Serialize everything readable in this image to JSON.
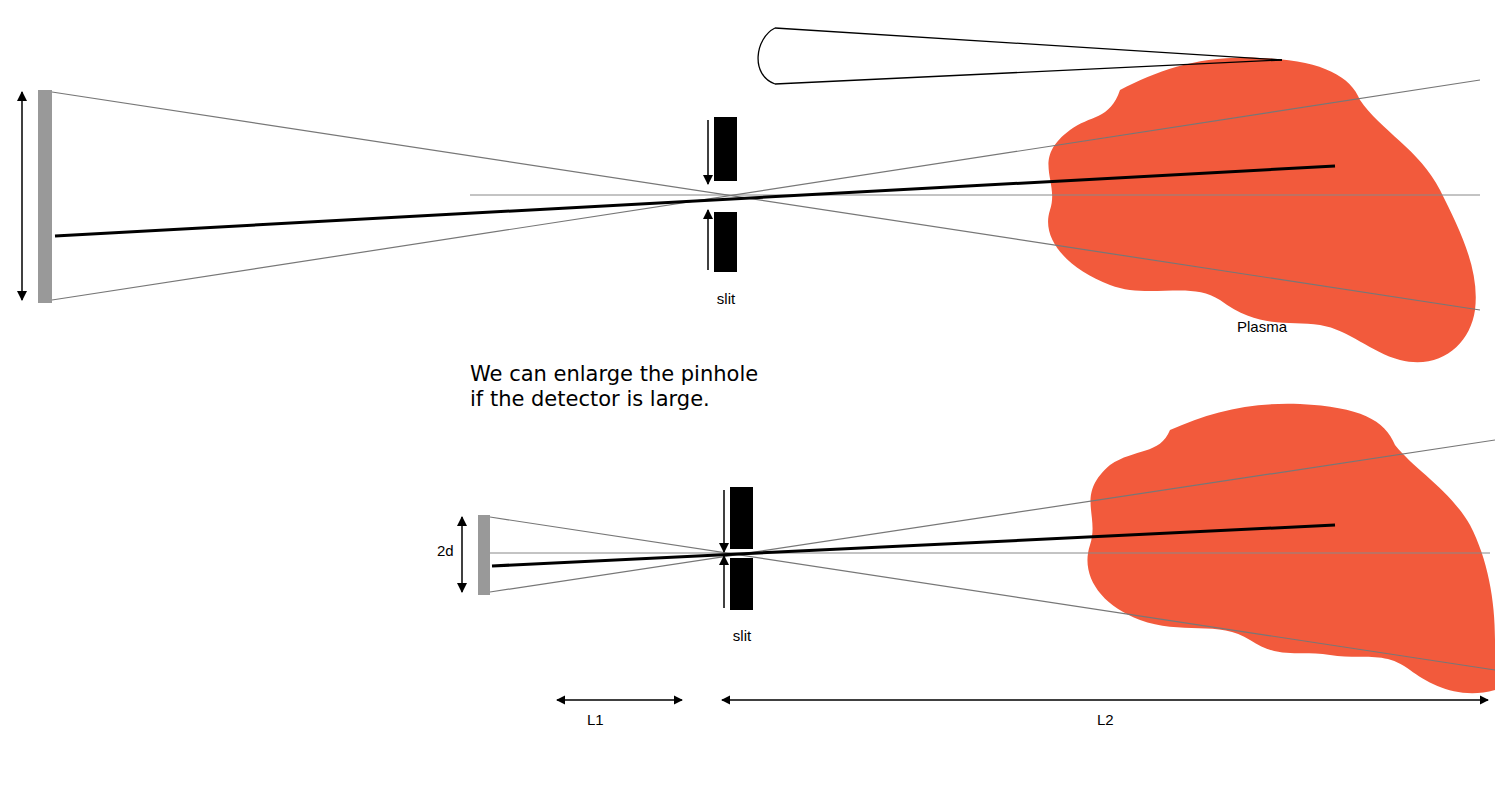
{
  "diagram": {
    "labels": [
      "slit",
      "Plasma",
      "We can enlarge the pinhole if the detector is large.",
      "2d",
      "slit",
      "L1",
      "L2"
    ]
  }
}
